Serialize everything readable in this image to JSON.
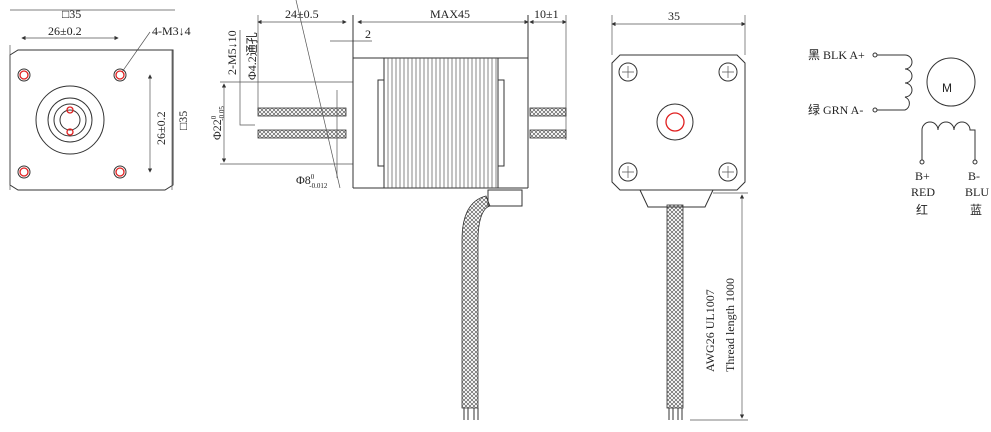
{
  "front_view": {
    "dim_square": "□35",
    "dim_hole_spacing_h": "26±0.2",
    "dim_holes": "4-M3↓4",
    "dim_hole_spacing_v": "26±0.2",
    "dim_square_v": "□35"
  },
  "side_view": {
    "dim_lead_length": "24±0.5",
    "dim_body": "MAX45",
    "dim_rear_shaft": "10±1",
    "dim_boss": "2",
    "dim_thread": "2-M5↓10",
    "dim_through_hole": "Φ4.2通孔",
    "dim_boss_dia": "Φ22",
    "dim_boss_tol_upper": "0",
    "dim_boss_tol_lower": "-0.05",
    "dim_shaft_dia": "Φ8",
    "dim_shaft_tol_upper": "0",
    "dim_shaft_tol_lower": "-0.012"
  },
  "rear_view": {
    "dim_width": "35",
    "cable_spec": "AWG26 UL1007",
    "cable_length": "Thread length 1000"
  },
  "wiring": {
    "motor_label": "M",
    "a_plus": "黑 BLK A+",
    "a_minus": "绿 GRN A-",
    "b_plus": "B+",
    "b_plus_color": "RED",
    "b_plus_cn": "红",
    "b_minus": "B-",
    "b_minus_color": "BLU",
    "b_minus_cn": "蓝"
  }
}
